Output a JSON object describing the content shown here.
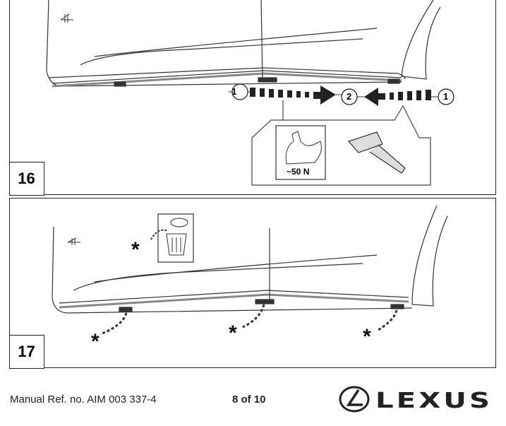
{
  "steps": [
    {
      "number": "16",
      "force_label": "~50 N",
      "callouts": [
        "1",
        "2",
        "1"
      ]
    },
    {
      "number": "17"
    }
  ],
  "footer": {
    "manual_ref": "Manual Ref. no. AIM 003 337-4",
    "page": "8 of 10",
    "brand": "LEXUS"
  }
}
